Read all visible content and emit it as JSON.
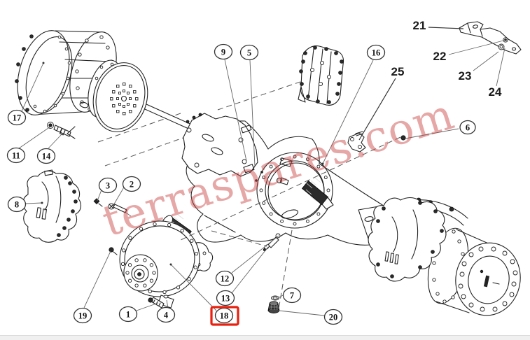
{
  "page": {
    "background": "#ffffff",
    "bottom_bar_color": "#f0f0f0"
  },
  "watermark": {
    "text": "terraspares.com",
    "color": "rgba(200,60,60,0.45)"
  },
  "highlight": {
    "item": "18",
    "color": "#e8200f"
  },
  "callouts": {
    "circled": [
      {
        "label": "1"
      },
      {
        "label": "2"
      },
      {
        "label": "3"
      },
      {
        "label": "4"
      },
      {
        "label": "5"
      },
      {
        "label": "6"
      },
      {
        "label": "7"
      },
      {
        "label": "8"
      },
      {
        "label": "9"
      },
      {
        "label": "11"
      },
      {
        "label": "12"
      },
      {
        "label": "13"
      },
      {
        "label": "14"
      },
      {
        "label": "16"
      },
      {
        "label": "17"
      },
      {
        "label": "18"
      },
      {
        "label": "19"
      },
      {
        "label": "20"
      }
    ],
    "plain": [
      {
        "label": "21"
      },
      {
        "label": "22"
      },
      {
        "label": "23"
      },
      {
        "label": "24"
      },
      {
        "label": "25"
      }
    ]
  }
}
